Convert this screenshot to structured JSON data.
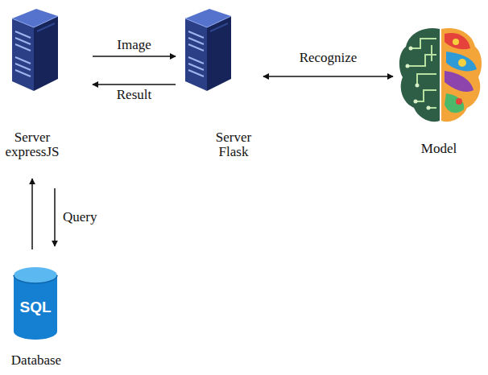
{
  "diagram": {
    "nodes": [
      {
        "text": [
          "Server expressJS"
        ]
      },
      {
        "text": [
          "Server Flask"
        ]
      },
      {
        "text": [
          "Model"
        ]
      },
      {
        "text": [
          "SQL",
          "Database"
        ]
      }
    ],
    "edges": [
      {
        "from": 0,
        "to": 1,
        "label": "Image",
        "arrow": "to"
      },
      {
        "from": 1,
        "to": 0,
        "label": "Result",
        "arrow": "to"
      },
      {
        "from": 1,
        "to": 2,
        "label": "Recognize",
        "arrow": "both"
      },
      {
        "from": 3,
        "to": 0,
        "arrow": "to"
      },
      {
        "from": 0,
        "to": 3,
        "label": "Query",
        "arrow": "to"
      }
    ]
  }
}
